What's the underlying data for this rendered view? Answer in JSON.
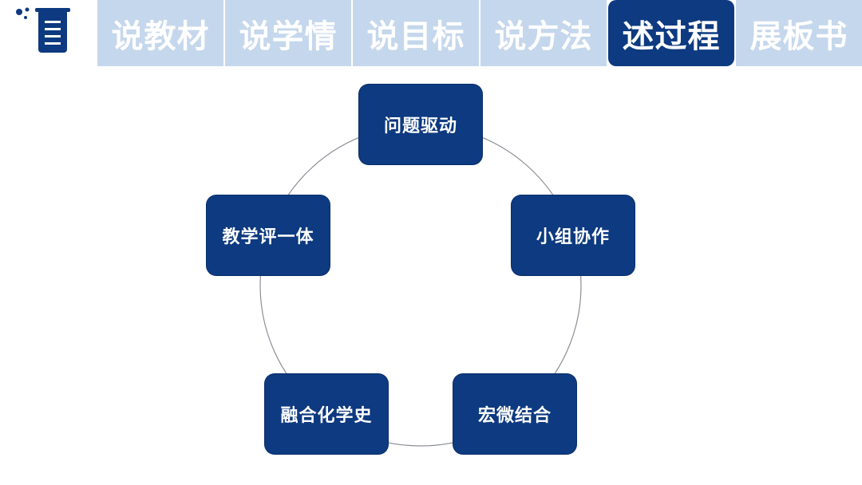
{
  "tabs": [
    {
      "label": "说教材",
      "active": false
    },
    {
      "label": "说学情",
      "active": false
    },
    {
      "label": "说目标",
      "active": false
    },
    {
      "label": "说方法",
      "active": false
    },
    {
      "label": "述过程",
      "active": true
    },
    {
      "label": "展板书",
      "active": false
    }
  ],
  "cycle": {
    "nodes": [
      {
        "label": "问题驱动"
      },
      {
        "label": "小组协作"
      },
      {
        "label": "宏微结合"
      },
      {
        "label": "融合化学史"
      },
      {
        "label": "教学评一体"
      }
    ]
  },
  "colors": {
    "accent": "#0d3a80",
    "tab_inactive": "#c5d7ec",
    "circle_line": "#8a8f96"
  },
  "logo": {
    "icon": "beaker-icon"
  }
}
